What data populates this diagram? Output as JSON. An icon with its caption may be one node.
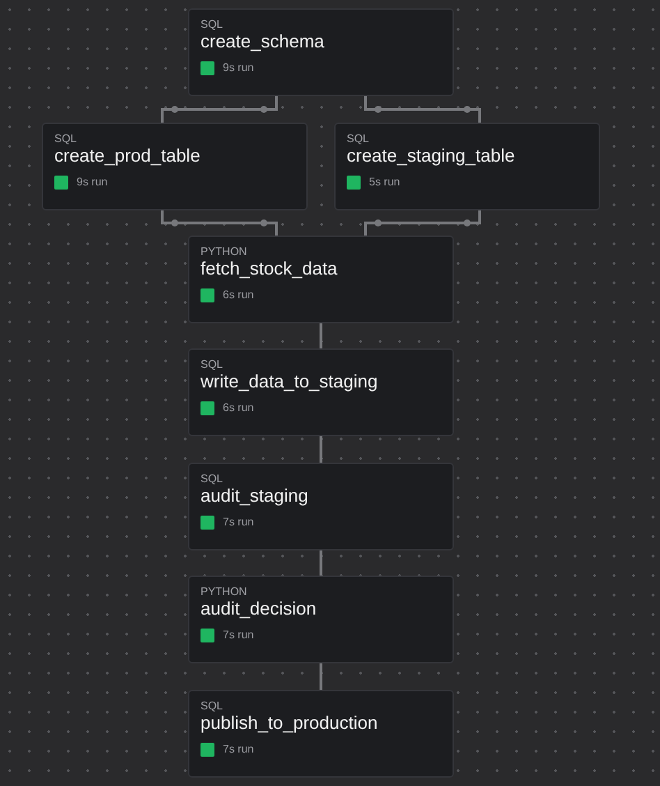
{
  "diagram": {
    "nodes": [
      {
        "text": [
          "SQL",
          "create_schema",
          "9s run"
        ]
      },
      {
        "text": [
          "SQL",
          "create_prod_table",
          "9s run"
        ]
      },
      {
        "text": [
          "SQL",
          "create_staging_table",
          "5s run"
        ]
      },
      {
        "text": [
          "PYTHON",
          "fetch_stock_data",
          "6s run"
        ]
      },
      {
        "text": [
          "SQL",
          "write_data_to_staging",
          "6s run"
        ]
      },
      {
        "text": [
          "SQL",
          "audit_staging",
          "7s run"
        ]
      },
      {
        "text": [
          "PYTHON",
          "audit_decision",
          "7s run"
        ]
      },
      {
        "text": [
          "SQL",
          "publish_to_production",
          "7s run"
        ]
      }
    ],
    "edges": [
      {
        "from": 0,
        "to": 1,
        "arrow": "none"
      },
      {
        "from": 0,
        "to": 2,
        "arrow": "none"
      },
      {
        "from": 1,
        "to": 3,
        "arrow": "none"
      },
      {
        "from": 2,
        "to": 3,
        "arrow": "none"
      },
      {
        "from": 3,
        "to": 4,
        "arrow": "none"
      },
      {
        "from": 4,
        "to": 5,
        "arrow": "none"
      },
      {
        "from": 5,
        "to": 6,
        "arrow": "none"
      },
      {
        "from": 6,
        "to": 7,
        "arrow": "none"
      }
    ]
  }
}
